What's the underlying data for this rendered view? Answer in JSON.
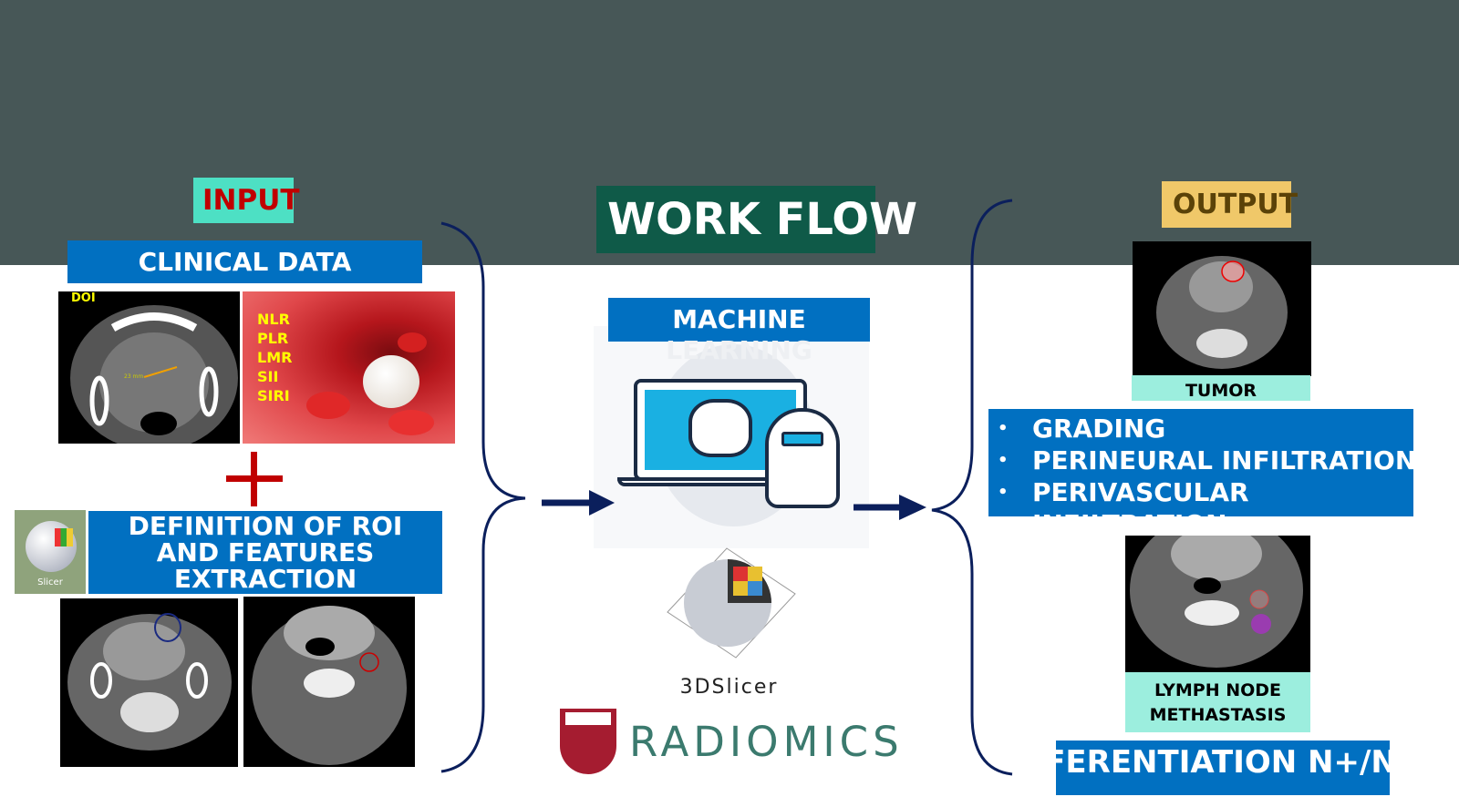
{
  "header": {
    "workflow_title": "WORK FLOW"
  },
  "input": {
    "label": "INPUT",
    "clinical_data": "CLINICAL DATA",
    "doi_label": "DOI",
    "measure_label": "23 mm",
    "blood_indices": [
      "NLR",
      "PLR",
      "LMR",
      "SII",
      "SIRI"
    ],
    "plus": "+",
    "slicer_icon_label": "Slicer",
    "roi_line1": "DEFINITION OF ROI",
    "roi_line2": "AND FEATURES",
    "roi_line3": "EXTRACTION"
  },
  "middle": {
    "machine": "MACHINE",
    "learning": "LEARNING",
    "slicer_logo": "3DSlicer",
    "radiomics": "RADIOMICS"
  },
  "output": {
    "label": "OUTPUT",
    "tumor": "TUMOR",
    "bullets": [
      "GRADING",
      "PERINEURAL INFILTRATION",
      "PERIVASCULAR",
      "INFILTRATION"
    ],
    "lymph_line1": "LYMPH NODE",
    "lymph_line2": "METHASTASIS",
    "differentiation": "DIFFERENTIATION N+/N-"
  },
  "colors": {
    "band": "#475757",
    "blue": "#0170c1",
    "navy": "#0b1f5c",
    "red": "#c00000",
    "teal": "#9ceede",
    "input_bg": "#4de0c4",
    "output_bg": "#f0c869",
    "workflow_bg": "#0f5a48"
  }
}
